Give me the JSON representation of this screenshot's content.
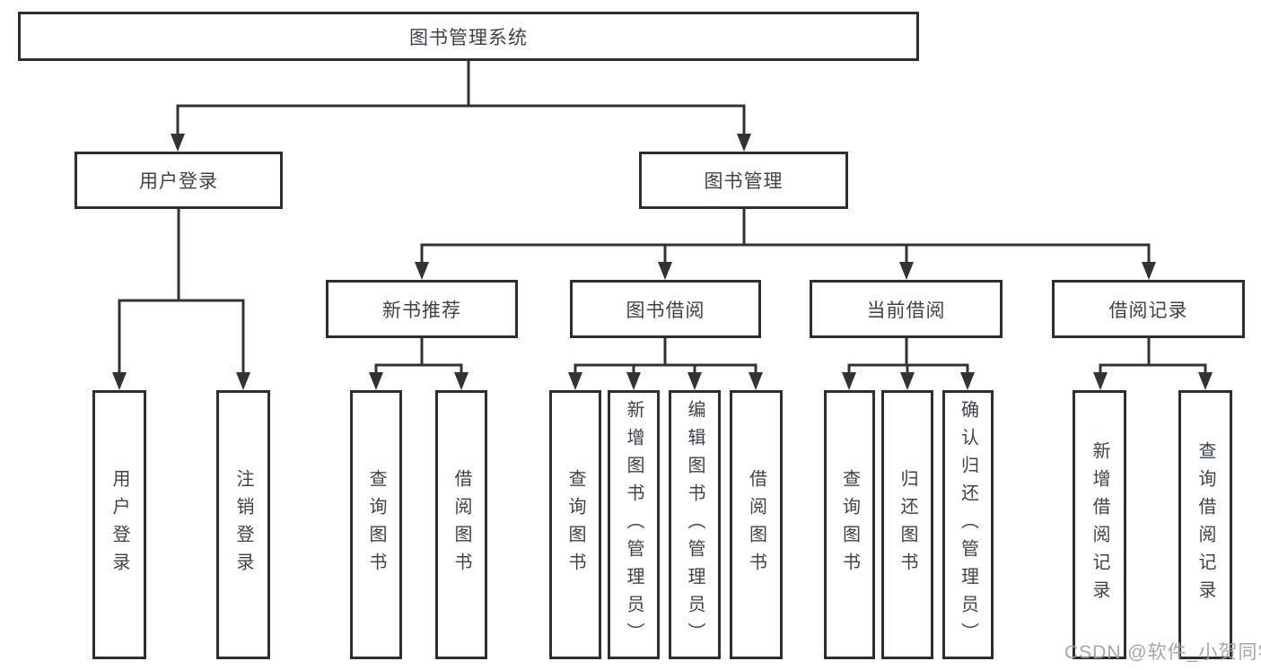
{
  "tree": {
    "label": "图书管理系统",
    "children": [
      {
        "label": "用户登录",
        "children": [
          {
            "label": "用户登录"
          },
          {
            "label": "注销登录"
          }
        ]
      },
      {
        "label": "图书管理",
        "children": [
          {
            "label": "新书推荐",
            "children": [
              {
                "label": "查询图书"
              },
              {
                "label": "借阅图书"
              }
            ]
          },
          {
            "label": "图书借阅",
            "children": [
              {
                "label": "查询图书"
              },
              {
                "label": "新增图书（管理员）"
              },
              {
                "label": "编辑图书（管理员）"
              },
              {
                "label": "借阅图书"
              }
            ]
          },
          {
            "label": "当前借阅",
            "children": [
              {
                "label": "查询图书"
              },
              {
                "label": "归还图书"
              },
              {
                "label": "确认归还（管理员）"
              }
            ]
          },
          {
            "label": "借阅记录",
            "children": [
              {
                "label": "新增借阅记录"
              },
              {
                "label": "查询借阅记录"
              }
            ]
          }
        ]
      }
    ]
  },
  "watermark": "CSDN @软件_小贺同学",
  "colors": {
    "line": "#333333",
    "box_border": "#2e2e2e",
    "text": "#3d434b",
    "watermark": "#9e9e9e",
    "background": "#ffffff"
  }
}
